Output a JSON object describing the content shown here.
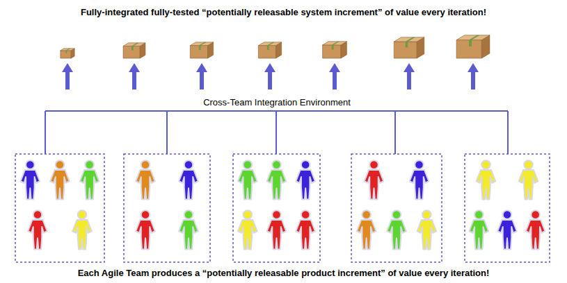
{
  "diagram": {
    "title": "Fully-integrated fully-tested “potentially releasable system increment” of value every iteration!",
    "caption": "Each Agile Team produces a “potentially releasable product increment” of value every iteration!",
    "labels": [
      "Cross-Team Integration Environment"
    ]
  }
}
